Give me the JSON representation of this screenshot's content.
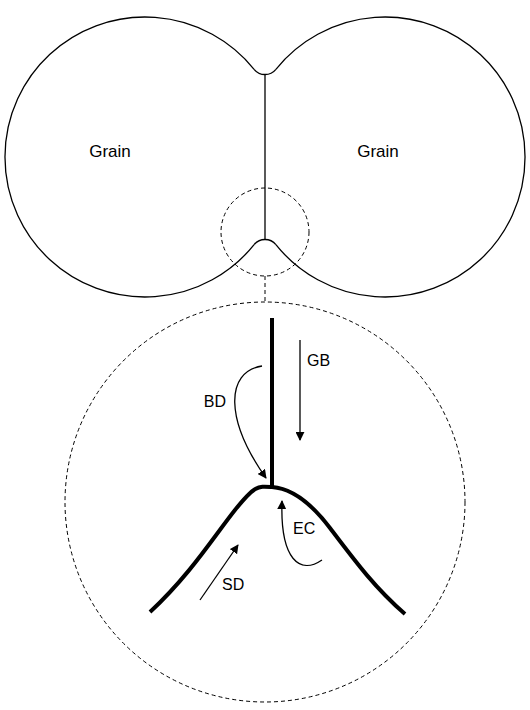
{
  "diagram": {
    "nodes": [
      {
        "text": [
          "Grain"
        ]
      },
      {
        "text": [
          "Grain"
        ]
      }
    ],
    "labels": [
      "GB",
      "BD",
      "SD",
      "EC"
    ]
  }
}
